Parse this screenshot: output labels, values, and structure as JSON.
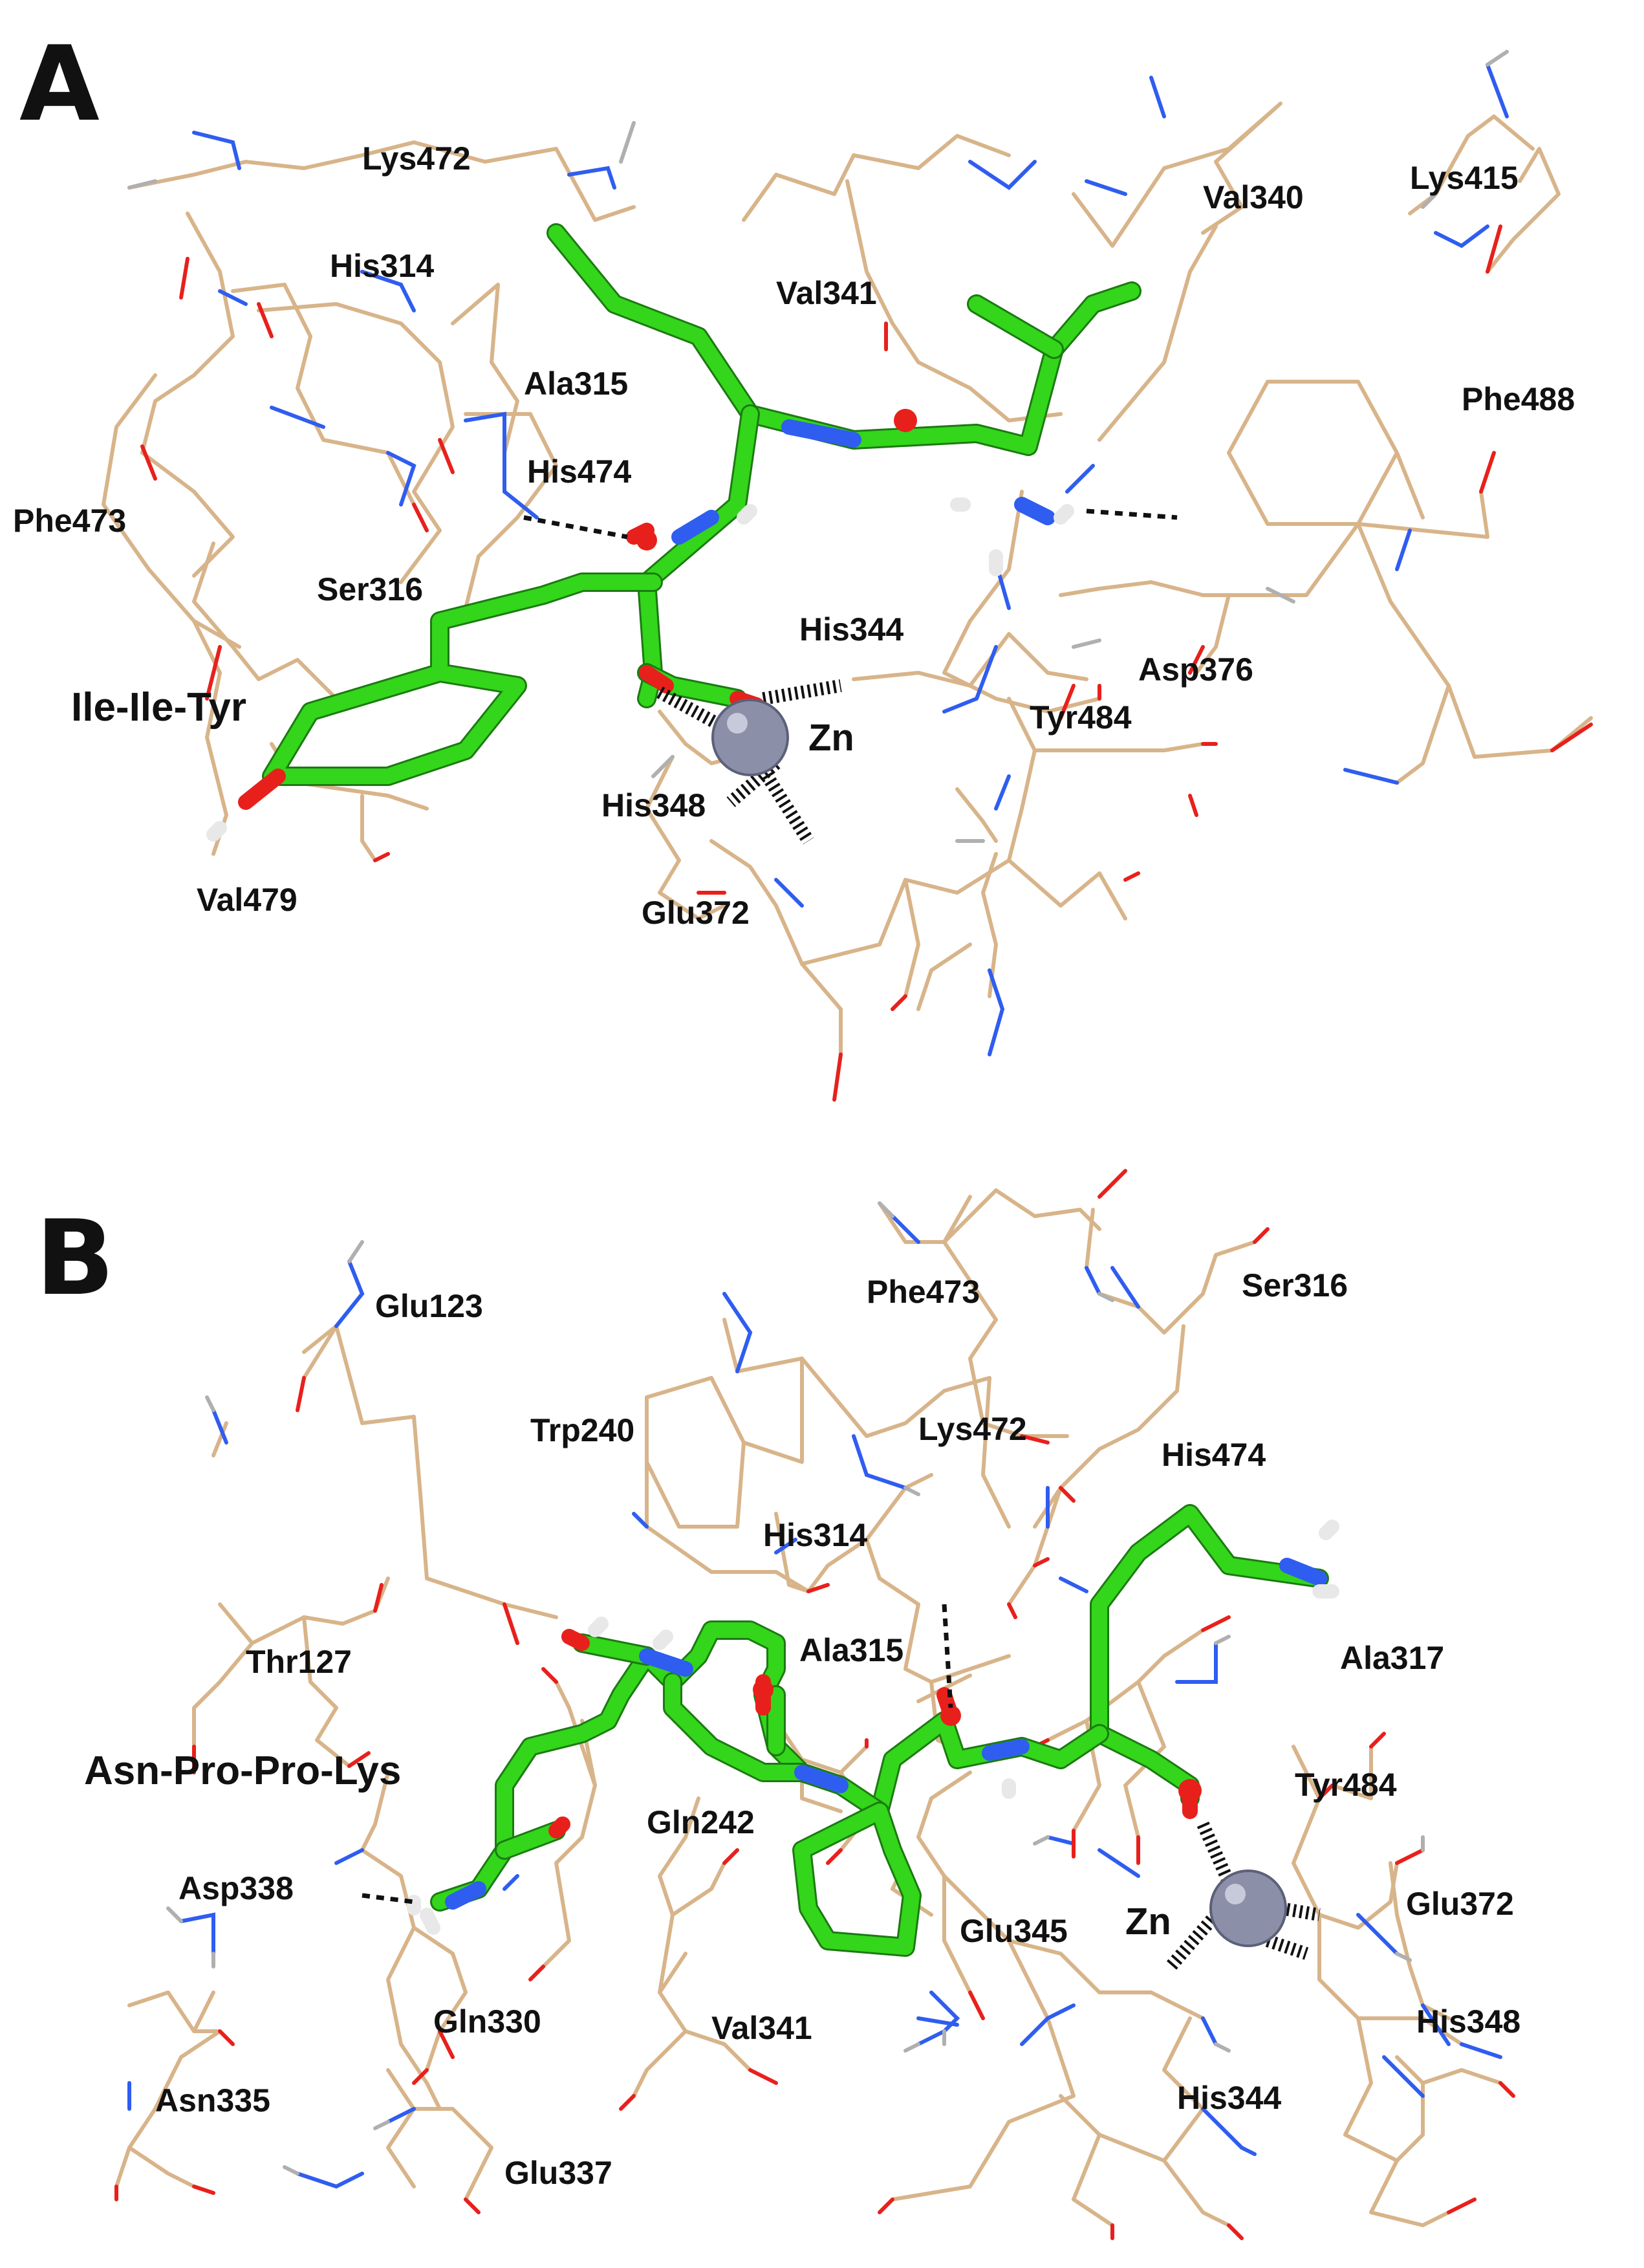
{
  "colors": {
    "residue": "#d8b48a",
    "nitrogen": "#2f5df0",
    "oxygen": "#e8201c",
    "hydrogen": "#b0b0b0",
    "ligand_carbon": "#33d61a",
    "zinc": "#8b8fa8"
  },
  "panels": [
    {
      "letter": "A",
      "ligand": "Ile-Ile-Tyr",
      "metal": "Zn",
      "residues": [
        "Lys472",
        "Val340",
        "Lys415",
        "His314",
        "Val341",
        "Ala315",
        "Phe488",
        "His474",
        "Phe473",
        "Ser316",
        "His344",
        "Asp376",
        "Tyr484",
        "His348",
        "Val479",
        "Glu372"
      ]
    },
    {
      "letter": "B",
      "ligand": "Asn-Pro-Pro-Lys",
      "metal": "Zn",
      "residues": [
        "Glu123",
        "Phe473",
        "Ser316",
        "Trp240",
        "Lys472",
        "His474",
        "His314",
        "Thr127",
        "Ala315",
        "Ala317",
        "Tyr484",
        "Gln242",
        "Asp338",
        "Glu345",
        "Glu372",
        "His348",
        "Gln330",
        "Val341",
        "Asn335",
        "His344",
        "Glu337"
      ]
    }
  ]
}
